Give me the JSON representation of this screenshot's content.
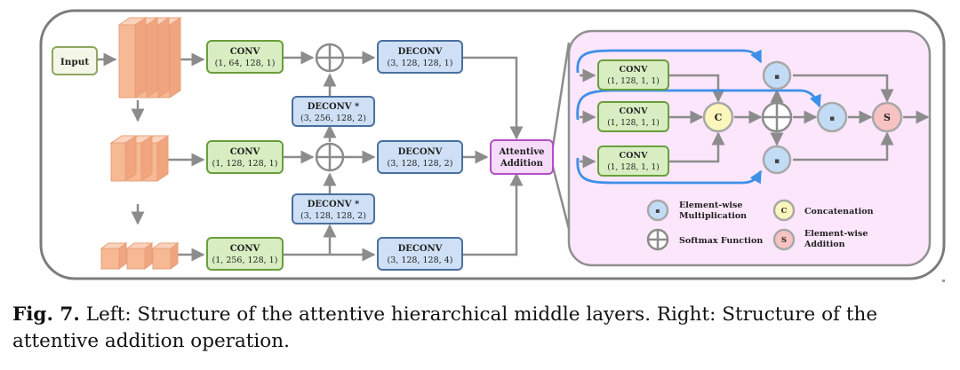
{
  "diagram": {
    "input_label": "Input",
    "left_convs": [
      {
        "title": "CONV",
        "params": "(1, 64, 128, 1)"
      },
      {
        "title": "CONV",
        "params": "(1, 128, 128, 1)"
      },
      {
        "title": "CONV",
        "params": "(1, 256, 128, 1)"
      }
    ],
    "upper_deconvs": [
      {
        "title": "DECONV *",
        "params": "(3, 256, 128, 2)"
      },
      {
        "title": "DECONV *",
        "params": "(3, 128, 128, 2)"
      }
    ],
    "right_deconvs": [
      {
        "title": "DECONV",
        "params": "(3, 128, 128, 1)"
      },
      {
        "title": "DECONV",
        "params": "(3, 128, 128, 2)"
      },
      {
        "title": "DECONV",
        "params": "(3, 128, 128, 4)"
      }
    ],
    "attentive_addition": {
      "line1": "Attentive",
      "line2": "Addition"
    },
    "right_convs": [
      {
        "title": "CONV",
        "params": "(1, 128, 1, 1)"
      },
      {
        "title": "CONV",
        "params": "(1, 128, 1, 1)"
      },
      {
        "title": "CONV",
        "params": "(1, 128, 1, 1)"
      }
    ],
    "symbols": {
      "multiply": "▪",
      "concat": "C",
      "add": "S"
    },
    "legend": {
      "multiplication": {
        "line1": "Element-wise",
        "line2": "Multiplication"
      },
      "concatenation": "Concatenation",
      "softmax": "Softmax Function",
      "addition": {
        "line1": "Element-wise",
        "line2": "Addition"
      }
    },
    "colors": {
      "conv_fill": "#d8eec2",
      "conv_stroke": "#6a9e3c",
      "deconv_fill": "#cfe0f6",
      "deconv_stroke": "#4a6f9e",
      "attn_fill": "#f6dcfa",
      "attn_stroke": "#b34fc6",
      "panel_fill": "#fce6fb",
      "cube_fill": "#f7b894",
      "mult_fill": "#c3dcf5",
      "concat_fill": "#fcf6bc",
      "add_fill": "#f6c2c2",
      "blue_arrow": "#3d8fe8"
    }
  },
  "caption": {
    "label": "Fig. 7.",
    "text": "Left: Structure of the attentive hierarchical middle layers. Right: Structure of the attentive addition operation."
  }
}
